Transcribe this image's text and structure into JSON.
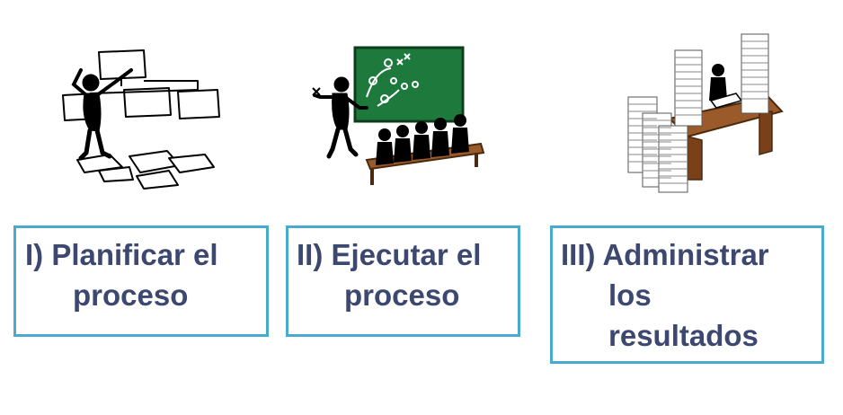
{
  "steps": [
    {
      "illustration": "planning-figure-icon",
      "lines": [
        "I) Planificar el",
        "proceso"
      ]
    },
    {
      "illustration": "teaching-figure-icon",
      "lines": [
        "II) Ejecutar el",
        "proceso"
      ]
    },
    {
      "illustration": "paperwork-desk-icon",
      "lines": [
        "III) Administrar",
        "los",
        "resultados"
      ]
    }
  ],
  "colors": {
    "box_border": "#4aa9cf",
    "text": "#3d4870",
    "board": "#1e7a3c",
    "desk": "#9a5a2a"
  }
}
